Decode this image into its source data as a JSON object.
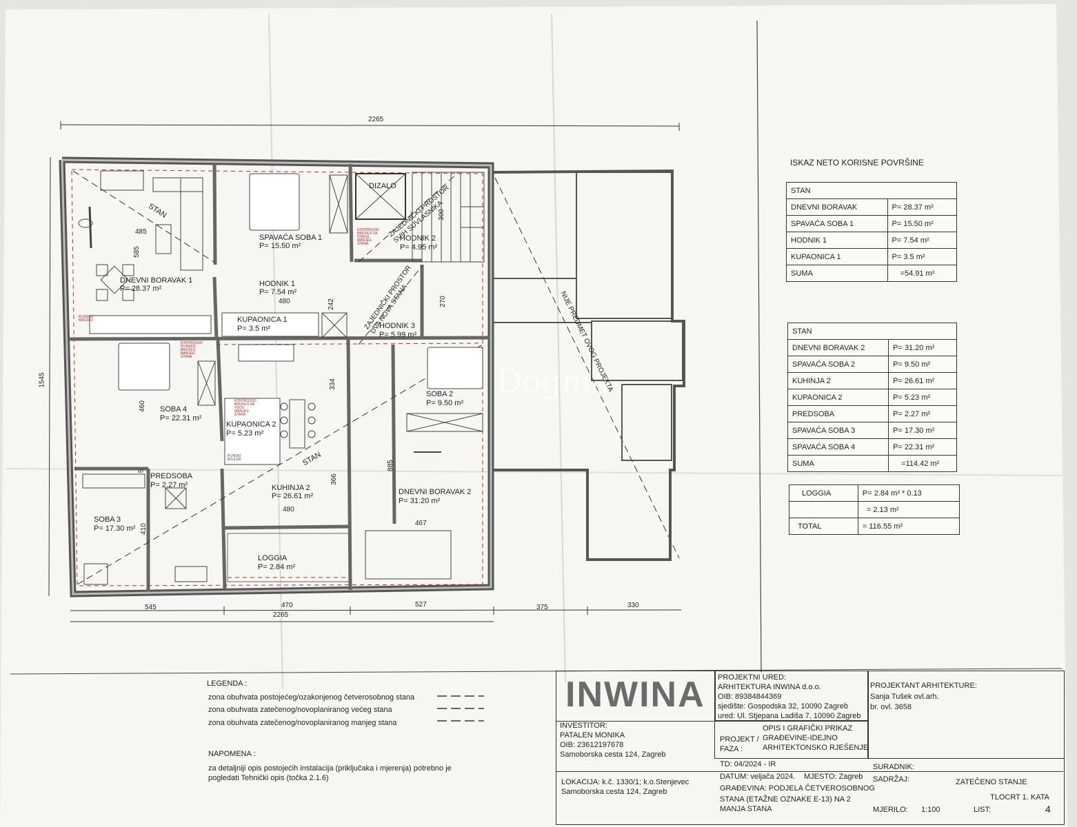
{
  "watermark": "Dogma",
  "dimensions": {
    "top": "2265",
    "left": "1545",
    "bottom": [
      "545",
      "470",
      "527",
      "375",
      "330"
    ],
    "bottom_total": "2265",
    "inner": [
      "485",
      "585",
      "480",
      "242",
      "270",
      "300",
      "460",
      "334",
      "366",
      "885",
      "410",
      "480",
      "467",
      "5"
    ]
  },
  "plan": {
    "stan_labels": [
      "STAN",
      "STAN"
    ],
    "elevator": "DIZALO",
    "shared_all": "ZAJEDNIČKI PROSTOR\nSVIH SUVLASNIKA",
    "shared_two": "ZAJEDNIČKI PROSTOR\nDVA NOVA STANA",
    "not_subject": "NIJE PREDMET OVOG PROJEKTA",
    "meter_notes": [
      "kontrolno brojilo za stalni manjeg stana",
      "kontrolno plinsko brojilo manjeg stana",
      "kontrolno brojilo za vodu manjeg stana"
    ],
    "boiler": "plinski bojler",
    "gas_meter": "plinsko brojilo",
    "rooms": [
      {
        "name": "DNEVNI BORAVAK 1",
        "area": "P= 28.37 m²"
      },
      {
        "name": "SPAVAĆA SOBA 1",
        "area": "P= 15.50 m²"
      },
      {
        "name": "HODNIK 1",
        "area": "P= 7.54 m²"
      },
      {
        "name": "KUPAONICA 1",
        "area": "P= 3.5 m²"
      },
      {
        "name": "HODNIK 2",
        "area": "P= 4.95 m²"
      },
      {
        "name": "HODNIK 3",
        "area": "P= 5.99 m²"
      },
      {
        "name": "SOBA 4",
        "area": "P= 22.31 m²"
      },
      {
        "name": "KUPAONICA 2",
        "area": "P= 5.23 m²"
      },
      {
        "name": "SOBA 2",
        "area": "P= 9.50 m²"
      },
      {
        "name": "PREDSOBA",
        "area": "P= 2.27 m²"
      },
      {
        "name": "KUHINJA 2",
        "area": "P= 26.61 m²"
      },
      {
        "name": "DNEVNI BORAVAK 2",
        "area": "P= 31.20 m²"
      },
      {
        "name": "SOBA 3",
        "area": "P= 17.30 m²"
      },
      {
        "name": "LOGGIA",
        "area": "P= 2.84 m²"
      }
    ]
  },
  "summary": {
    "title": "ISKAZ NETO KORISNE POVRŠINE",
    "table1": {
      "header": "STAN",
      "rows": [
        [
          "DNEVNI BORAVAK",
          "P= 28.37 m²"
        ],
        [
          "SPAVAĆA SOBA 1",
          "P= 15.50 m²"
        ],
        [
          "HODNIK 1",
          "P= 7.54 m²"
        ],
        [
          "KUPAONICA 1",
          "P= 3.5 m²"
        ],
        [
          "SUMA",
          "=54.91 m²"
        ]
      ]
    },
    "table2": {
      "header": "STAN",
      "rows": [
        [
          "DNEVNI BORAVAK 2",
          "P= 31.20 m²"
        ],
        [
          "SPAVAĆA SOBA 2",
          "P= 9.50 m²"
        ],
        [
          "KUHINJA 2",
          "P= 26.61 m²"
        ],
        [
          "KUPAONICA 2",
          "P= 5.23 m²"
        ],
        [
          "PREDSOBA",
          "P= 2.27 m²"
        ],
        [
          "SPAVAĆA SOBA 3",
          "P= 17.30 m²"
        ],
        [
          "SPAVAĆA SOBA 4",
          "P= 22.31 m²"
        ],
        [
          "SUMA",
          "=114.42 m²"
        ]
      ]
    },
    "table3": {
      "rows": [
        [
          "LOGGIA",
          "P= 2.84 m² * 0.13"
        ],
        [
          "",
          "= 2.13 m²"
        ],
        [
          "TOTAL",
          "= 116.55 m²"
        ]
      ]
    }
  },
  "legend": {
    "title": "LEGENDA :",
    "items": [
      "zona obuhvata postojećeg/ozakonjenog četverosobnog stana",
      "zona obuhvata zatečenog/novoplaniranog većeg stana",
      "zona obuhvata zatečenog/novoplaniranog manjeg stana"
    ]
  },
  "note": {
    "title": "NAPOMENA :",
    "lines": [
      "za detaljniji opis postojećih instalacija (priključaka i mjerenja) potrebno je",
      "pogledati Tehnički opis (točka 2.1.6)"
    ]
  },
  "titleblock": {
    "logo": "INWINA",
    "office": [
      "PROJEKTNI URED:",
      "ARHITEKTURA INWINA d.o.o.",
      "OIB: 89384844369",
      "sjedište: Gospodska 32, 10090 Zagreb",
      "ured: Ul. Stjepana Ladiša 7, 10090 Zagreb"
    ],
    "architect": [
      "PROJEKTANT ARHITEKTURE:",
      "Sanja Tušek ovl.arh.",
      "br. ovl. 3658"
    ],
    "investor": [
      "INVESTITOR:",
      "PATALEN MONIKA",
      "OIB: 23612197678",
      "Samoborska cesta 124, Zagreb"
    ],
    "project_label": [
      "PROJEKT /",
      "FAZA :"
    ],
    "project_desc": [
      "OPIS I GRAFIČKI PRIKAZ",
      "GRAĐEVINE-IDEJNO",
      "ARHITEKTONSKO RJEŠENJE"
    ],
    "td": "TD: 04/2024 - IR",
    "datum": "DATUM: veljača 2024.",
    "mjesto": "MJESTO: Zagreb",
    "gradevina": [
      "GRAĐEVINA: PODJELA ČETVEROSOBNOG",
      "STANA (ETAŽNE OZNAKE E-13) NA 2",
      "MANJA STANA"
    ],
    "lokacija": [
      "LOKACIJA: k.č. 1330/1; k.o.Stenjevec",
      "Samoborska cesta 124, Zagreb"
    ],
    "suradnik": "SURADNIK:",
    "sadrzaj_label": "SADRŽAJ:",
    "sadrzaj": [
      "ZATEČENO STANJE",
      "TLOCRT 1. KATA"
    ],
    "mjerilo_label": "MJERILO:",
    "mjerilo": "1:100",
    "list_label": "LIST:",
    "list": "4"
  }
}
